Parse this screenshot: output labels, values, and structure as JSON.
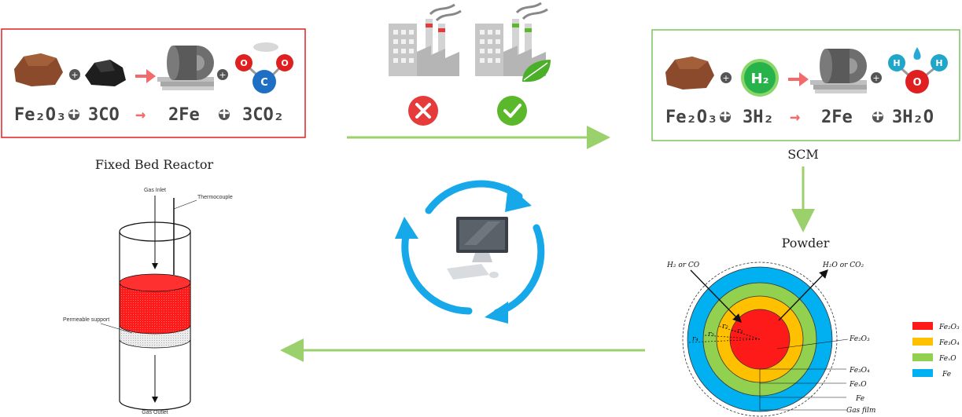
{
  "reaction_co": {
    "eq": [
      "Fe₂O₃",
      "+",
      "3CO",
      "→",
      "2Fe",
      "+",
      "3CO₂"
    ],
    "atom_c": "C",
    "atom_o": "O"
  },
  "reaction_h2": {
    "eq": [
      "Fe₂O₃",
      "+",
      "3H₂",
      "→",
      "2Fe",
      "+",
      "3H₂O"
    ],
    "molecule_h2": "H₂",
    "atom_h": "H",
    "atom_o": "O"
  },
  "labels": {
    "fixed_bed": "Fixed Bed Reactor",
    "scm": "SCM",
    "powder": "Powder",
    "gas_inlet": "Gas Inlet",
    "thermocouple": "Thermocouple",
    "permeable_support": "Permeable support",
    "gas_outlet": "Gas Outlet"
  },
  "particle": {
    "in_label": "H₂ or CO",
    "out_label": "H₂O or CO₂",
    "layer_labels": [
      "Fe₂O₃",
      "Fe₃O₄",
      "FeₓO",
      "Fe",
      "Gas film"
    ],
    "radii": [
      "r₁",
      "r₂",
      "r₃",
      "r₄"
    ]
  },
  "legend": [
    {
      "label": "Fe₂O₃",
      "color": "#ff1a1a"
    },
    {
      "label": "Fe₃O₄",
      "color": "#ffc000"
    },
    {
      "label": "FeₓO",
      "color": "#92d050"
    },
    {
      "label": "Fe",
      "color": "#00b0f0"
    }
  ],
  "colors": {
    "red_box": "#e02020",
    "green_box": "#7cc35a",
    "flow_arrow": "#9bd16c",
    "cycle": "#16a8e8",
    "bad": "#e63b3b",
    "good": "#5ab82a"
  },
  "icons": [
    "iron-ore-icon",
    "coal-icon",
    "steel-coil-icon",
    "factory-icon",
    "green-factory-icon",
    "cross-icon",
    "check-icon",
    "computer-icon",
    "cycle-arrows-icon",
    "leaf-icon"
  ]
}
